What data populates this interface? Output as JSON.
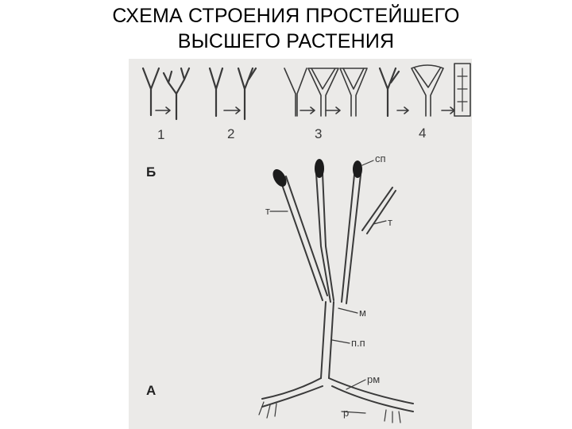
{
  "slide": {
    "title_line1": "СХЕМА СТРОЕНИЯ ПРОСТЕЙШЕГО",
    "title_line2": "ВЫСШЕГО РАСТЕНИЯ"
  },
  "figure": {
    "stage_numbers": [
      "1",
      "2",
      "3",
      "4"
    ],
    "section_labels": {
      "b": "Б",
      "a": "А"
    },
    "part_labels": {
      "sporangium": "сп",
      "telome_left": "т",
      "telome_right": "т",
      "mesome": "м",
      "conducting_bundle": "п.п",
      "rhizome": "рм",
      "rhizoids": "р"
    }
  },
  "colors": {
    "background": "#ffffff",
    "scan": "#ebeae8",
    "ink": "#3a3a3a",
    "sporangium": "#1c1c1c"
  }
}
